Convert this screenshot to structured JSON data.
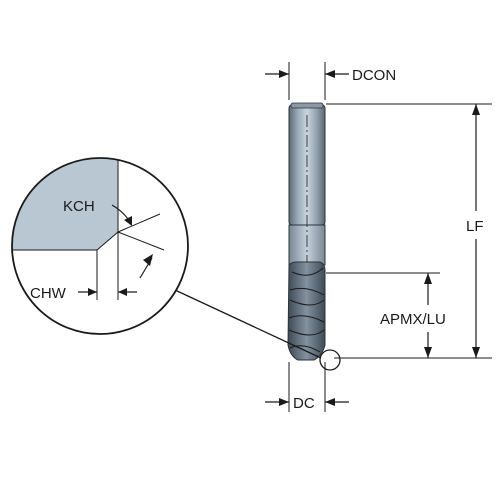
{
  "labels": {
    "dcon": "DCON",
    "lf": "LF",
    "apmx_lu": "APMX/LU",
    "dc": "DC",
    "kch": "KCH",
    "chw": "CHW"
  },
  "colors": {
    "line": "#1a1a1a",
    "shank_light": "#c7d3dd",
    "shank_mid": "#9aa8b5",
    "shank_dark": "#6e7c88",
    "flute_dark": "#4d5a66",
    "detail_fill": "#b9c7d3"
  }
}
